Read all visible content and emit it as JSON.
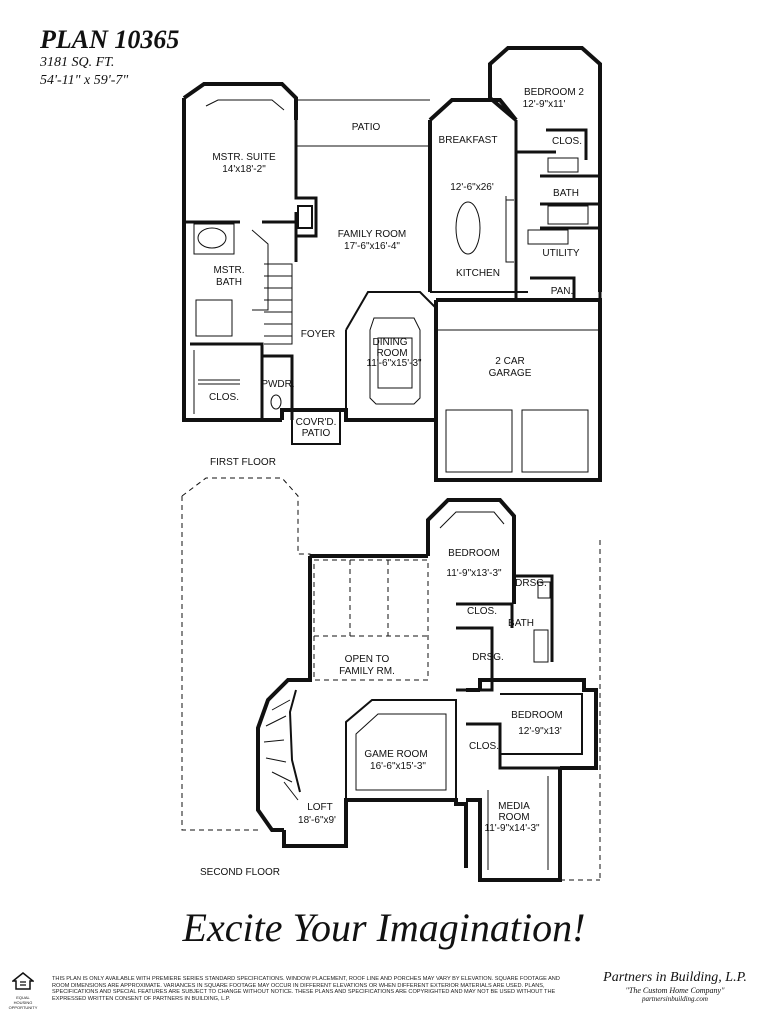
{
  "header": {
    "title": "PLAN 10365",
    "sqft": "3181 SQ. FT.",
    "dimensions": "54'-11\" x 59'-7\""
  },
  "first_floor": {
    "label": "FIRST FLOOR",
    "rooms": {
      "patio": "PATIO",
      "bedroom2_name": "BEDROOM 2",
      "bedroom2_size": "12'-9\"x11'",
      "clos_bed2": "CLOS.",
      "breakfast": "BREAKFAST",
      "mstr_suite_name": "MSTR. SUITE",
      "mstr_suite_size": "14'x18'-2\"",
      "kitchen_size": "12'-6\"x26'",
      "bath": "BATH",
      "family_room_name": "FAMILY ROOM",
      "family_room_size": "17'-6\"x16'-4\"",
      "utility": "UTILITY",
      "mstr_bath_line1": "MSTR.",
      "mstr_bath_line2": "BATH",
      "kitchen": "KITCHEN",
      "pantry": "PAN.",
      "foyer": "FOYER",
      "dining_name": "DINING",
      "dining_room": "ROOM",
      "dining_size": "11'-6\"x15'-3\"",
      "garage_line1": "2 CAR",
      "garage_line2": "GARAGE",
      "pwdr": "PWDR.",
      "clos_master": "CLOS.",
      "covrd_line1": "COVR'D.",
      "covrd_line2": "PATIO"
    }
  },
  "second_floor": {
    "label": "SECOND FLOOR",
    "rooms": {
      "bedroom_a_name": "BEDROOM",
      "bedroom_a_size": "11'-9\"x13'-3\"",
      "drsg_a": "DRSG.",
      "clos_a": "CLOS.",
      "bath": "BATH",
      "drsg_b": "DRSG.",
      "open_line1": "OPEN TO",
      "open_line2": "FAMILY RM.",
      "bedroom_b_name": "BEDROOM",
      "bedroom_b_size": "12'-9\"x13'",
      "clos_b": "CLOS.",
      "game_name": "GAME ROOM",
      "game_size": "16'-6\"x15'-3\"",
      "loft_name": "LOFT",
      "loft_size": "18'-6\"x9'",
      "media_name": "MEDIA",
      "media_room": "ROOM",
      "media_size": "11'-9\"x14'-3\""
    }
  },
  "footer": {
    "slogan": "Excite Your Imagination!",
    "disclaimer": "This plan is only available with premiere series standard specifications. Window placement, roof line and porches may vary by elevation. Square footage and room dimensions are approximate. Variances in square footage may occur in different elevations or when different exterior materials are used. Plans, specifications and special features are subject to change without notice. These plans and specifications are copyrighted and may not be used without the expressed written consent of Partners in Building, L.P.",
    "eho_text": "EQUAL HOUSING OPPORTUNITY",
    "company_name": "Partners in Building, L.P.",
    "company_tagline": "\"The Custom Home Company\"",
    "company_url": "partnersinbuilding.com"
  }
}
